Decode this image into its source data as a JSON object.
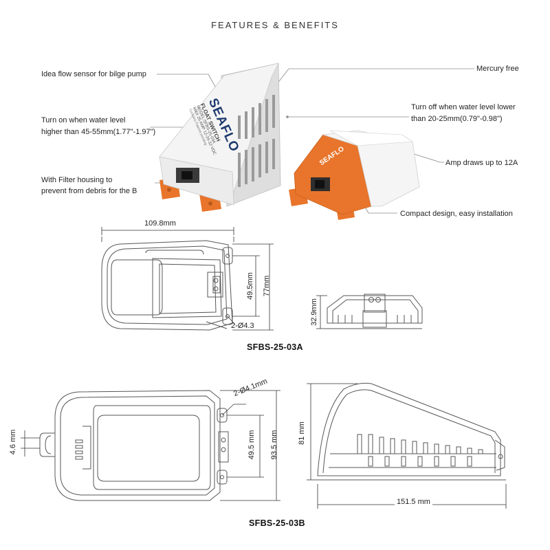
{
  "header": {
    "title": "FEATURES & BENEFITS"
  },
  "features": {
    "sensor": "Idea flow sensor for bilge pump",
    "turn_on_1": "Turn on when water level",
    "turn_on_2": "higher than 45-55mm(1.77\"-1.97\")",
    "filter_1": "With Filter housing to",
    "filter_2": "prevent from debris for the B",
    "mercury": "Mercury free",
    "turn_off_1": "Turn off when water level lower",
    "turn_off_2": "than 20-25mm(0.79\"-0.98\")",
    "amp": "Amp draws up to 12A",
    "compact": "Compact design, easy installation"
  },
  "product_white": {
    "brand": "SEAFLO",
    "line1": "FLOAT SWITCH",
    "line2": "MODEL:SFBS-25-03A",
    "line3": "MAX 25 AMP 12-24-32 VDC",
    "line4": "Contains Patents pending"
  },
  "product_orange": {
    "brand": "SEAFLO"
  },
  "model_a": {
    "name": "SFBS-25-03A",
    "width": "109.8mm",
    "hole_spacing": "49.5mm",
    "height": "77mm",
    "holes": "2-Ø4.3",
    "side_height": "32.9mm"
  },
  "model_b": {
    "name": "SFBS-25-03B",
    "holes": "2-Ø4.1mm",
    "pin": "4.6 mm",
    "hole_spacing": "49.5 mm",
    "height": "93.5 mm",
    "side_height": "81 mm",
    "side_length": "151.5 mm"
  },
  "colors": {
    "orange": "#E8752B",
    "line": "#555555",
    "body": "#f2f2f2"
  }
}
